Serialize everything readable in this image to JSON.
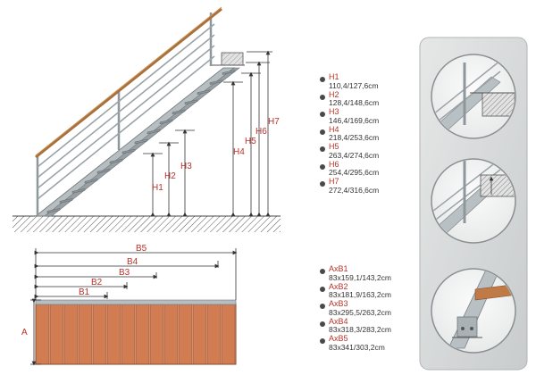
{
  "colors": {
    "label_red": "#b8332a",
    "rail_wood": "#a8703a",
    "steel": "#9aa3a8",
    "floor_hatch": "#555555",
    "panel_bg": "#d9dcdc",
    "fence_board": "#d27c52"
  },
  "stair_labels": [
    "H1",
    "H2",
    "H3",
    "H4",
    "H5",
    "H6",
    "H7"
  ],
  "fence": {
    "height_label": "A",
    "width_labels": [
      "B1",
      "B2",
      "B3",
      "B4",
      "B5"
    ]
  },
  "heights_legend": [
    {
      "name": "H1",
      "value": "110,4/127,6cm"
    },
    {
      "name": "H2",
      "value": "128,4/148,6cm"
    },
    {
      "name": "H3",
      "value": "146,4/169,6cm"
    },
    {
      "name": "H4",
      "value": "218,4/253,6cm"
    },
    {
      "name": "H5",
      "value": "263,4/274,6cm"
    },
    {
      "name": "H6",
      "value": "254,4/295,6cm"
    },
    {
      "name": "H7",
      "value": "272,4/316,6cm"
    }
  ],
  "sizes_legend": [
    {
      "name": "AxB1",
      "value": "83x159,1/143,2cm"
    },
    {
      "name": "AxB2",
      "value": "83x181,9/163,2cm"
    },
    {
      "name": "AxB3",
      "value": "83x295,5/263,2cm"
    },
    {
      "name": "AxB4",
      "value": "83x318,3/283,2cm"
    },
    {
      "name": "AxB5",
      "value": "83x341/303,2cm"
    }
  ],
  "detail_icons": [
    "top-landing-detail-icon",
    "top-step-detail-icon",
    "bottom-anchor-detail-icon"
  ]
}
